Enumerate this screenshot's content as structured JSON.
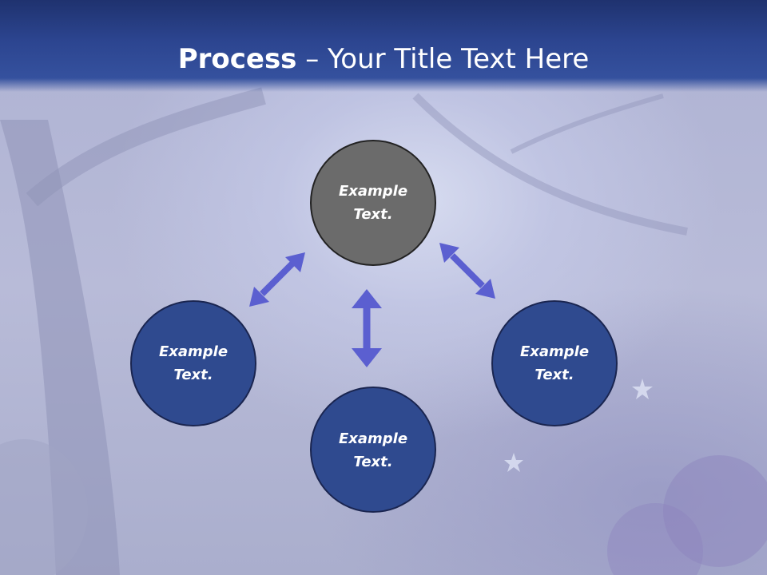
{
  "slide": {
    "title_bold": "Process",
    "title_rest": " – Your Title Text Here"
  },
  "nodes": {
    "top": "Example Text.",
    "left": "Example Text.",
    "bottom": "Example Text.",
    "right": "Example Text."
  },
  "colors": {
    "header": "#2c4590",
    "top_node": "#6b6b6b",
    "node": "#2f4a8f",
    "arrow": "#5b5fd0"
  }
}
